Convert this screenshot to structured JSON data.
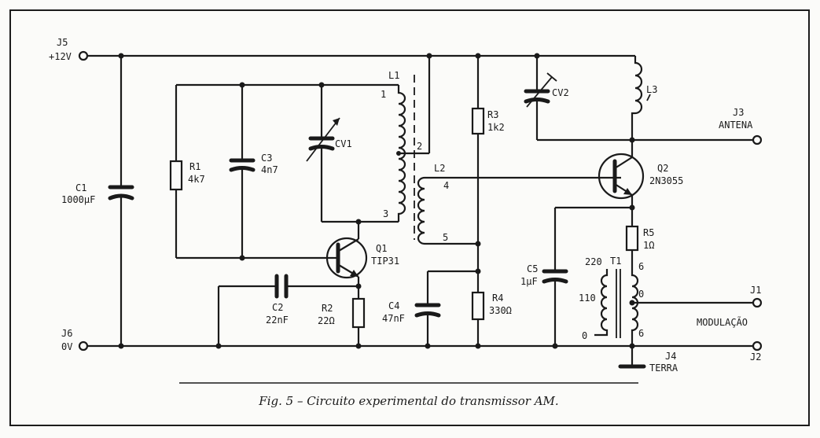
{
  "caption": "Fig. 5 – Circuito experimental do transmissor AM.",
  "labels": {
    "j5": "J5",
    "v12": "+12V",
    "j6": "J6",
    "v0": "0V",
    "c1": "C1",
    "c1v": "1000µF",
    "r1": "R1",
    "r1v": "4k7",
    "c3": "C3",
    "c3v": "4n7",
    "cv1": "CV1",
    "l1": "L1",
    "p1": "1",
    "p2": "2",
    "p3": "3",
    "l2": "L2",
    "p4": "4",
    "p5": "5",
    "r3": "R3",
    "r3v": "1k2",
    "cv2": "CV2",
    "l3": "L3",
    "j3": "J3",
    "antena": "ANTENA",
    "q2": "Q2",
    "q2v": "2N3055",
    "q1": "Q1",
    "q1v": "TIP31",
    "c2": "C2",
    "c2v": "22nF",
    "r2": "R2",
    "r2v": "22Ω",
    "c4": "C4",
    "c4v": "47nF",
    "r4": "R4",
    "r4v": "330Ω",
    "c5": "C5",
    "c5v": "1µF",
    "r5": "R5",
    "r5v": "1Ω",
    "t1": "T1",
    "t220": "220",
    "t110": "110",
    "t0a": "0",
    "t6a": "6",
    "t0b": "0",
    "t6b": "6",
    "j1": "J1",
    "modulacao": "MODULAÇÃO",
    "j4": "J4",
    "terra": "TERRA",
    "j2": "J2"
  }
}
